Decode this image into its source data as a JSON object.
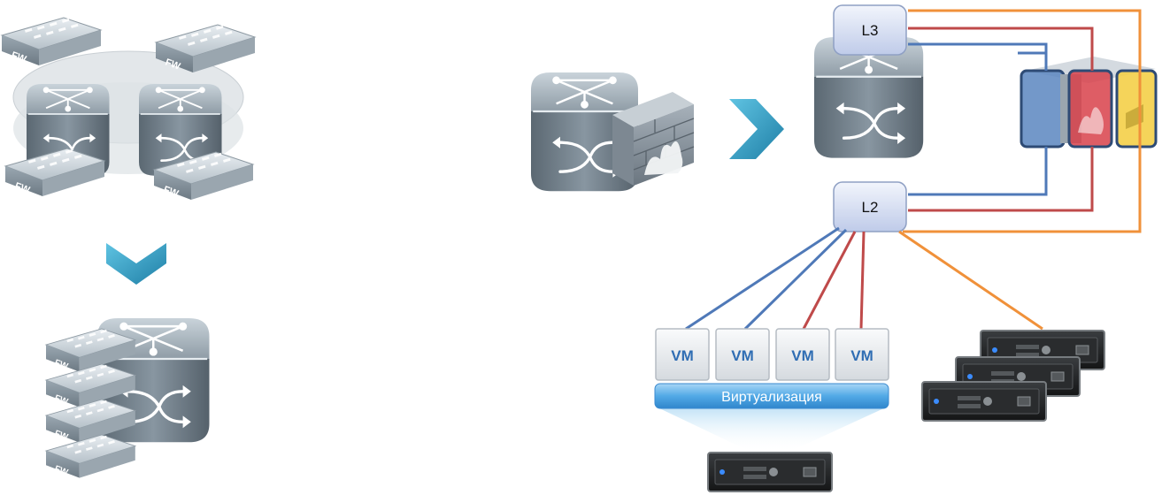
{
  "labels": {
    "l3": "L3",
    "l2": "L2",
    "virtualization": "Виртуализация",
    "fw": "FW"
  },
  "vms": [
    "VM",
    "VM",
    "VM",
    "VM"
  ],
  "colors": {
    "link_blue": "#4f79b8",
    "link_red": "#bf4a4a",
    "link_orange": "#f0913a",
    "context_blue": "#5b86bf",
    "context_red": "#d8414a",
    "context_yellow": "#f4cf48",
    "arrow_teal": "#2a9bc0",
    "switch_body": "#6e7d89"
  },
  "icons": {
    "switch": "switch-icon",
    "firewall": "firewall-icon",
    "server": "server-icon",
    "fw_module": "fw-module-icon",
    "arrow_right": "chevron-right-icon",
    "arrow_down": "chevron-down-icon"
  }
}
